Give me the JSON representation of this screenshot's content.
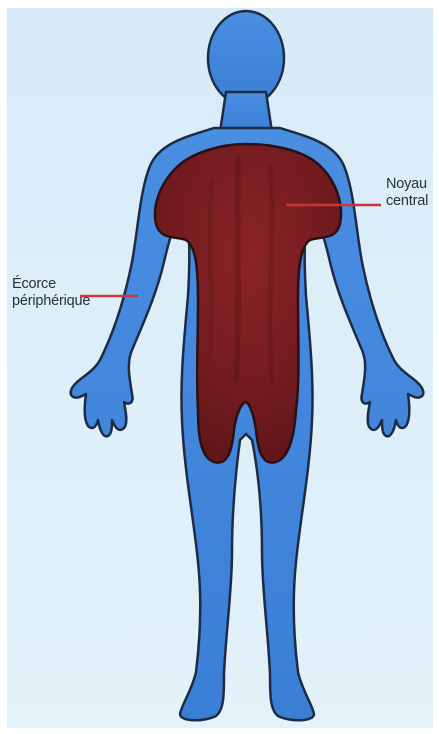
{
  "labels": {
    "core": {
      "line1": "Noyau",
      "line2": "central"
    },
    "shell": {
      "line1": "Écorce",
      "line2": "périphérique"
    }
  },
  "colors": {
    "background": "#dcedf8",
    "shell": "#3f86dc",
    "core": "#7a1f22",
    "leader_line": "#c8363b"
  }
}
